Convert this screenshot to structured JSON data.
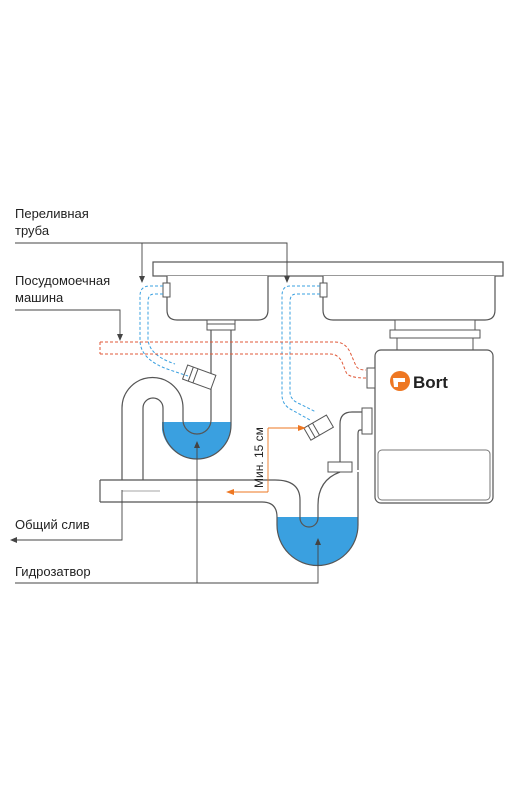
{
  "labels": {
    "overflow_pipe_line1": "Переливная",
    "overflow_pipe_line2": "труба",
    "dishwasher_line1": "Посудомоечная",
    "dishwasher_line2": "машина",
    "common_drain": "Общий слив",
    "water_seal": "Гидрозатвор",
    "min_distance": "Мин. 15 см"
  },
  "logo": {
    "text": "Bort"
  },
  "colors": {
    "line": "#555555",
    "water": "#3aa0e0",
    "overflow_pipe": "#3aa0e0",
    "dishwasher_hose": "#e05a3a",
    "brand": "#ee7722",
    "arrow_orange": "#ee7722"
  }
}
